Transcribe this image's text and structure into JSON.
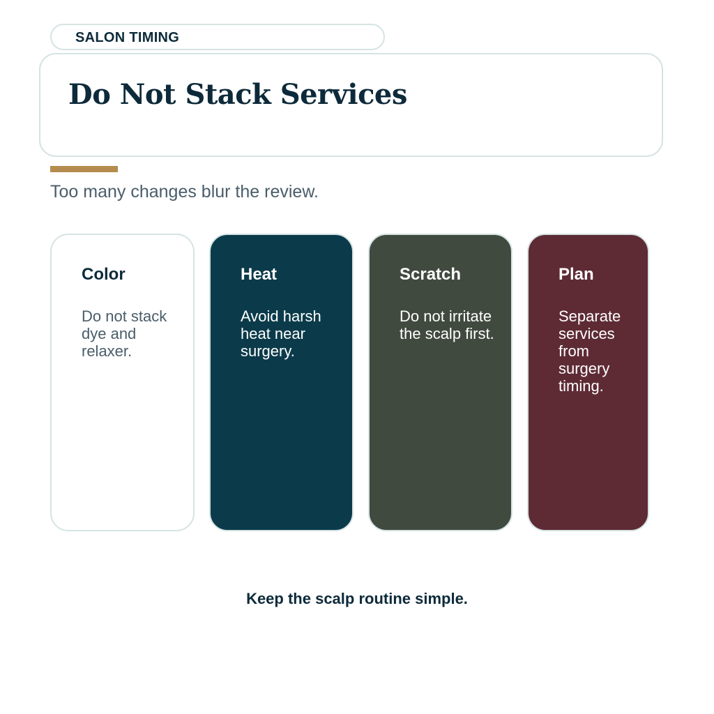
{
  "header": {
    "eyebrow": "SALON TIMING",
    "title": "Do Not Stack Services",
    "subtitle": "Too many changes blur the review."
  },
  "colors": {
    "accent": "#b58c4d",
    "ink": "#0d2a3a",
    "muted": "#4a5d6a",
    "border": "#d6e3e3"
  },
  "cards": [
    {
      "title": "Color",
      "body": "Do not stack dye and relaxer.",
      "bg": "#ffffff",
      "theme": "light"
    },
    {
      "title": "Heat",
      "body": "Avoid harsh heat near surgery.",
      "bg": "#0b3b4a",
      "theme": "dark"
    },
    {
      "title": "Scratch",
      "body": "Do not irritate the scalp first.",
      "bg": "#414a3f",
      "theme": "dark"
    },
    {
      "title": "Plan",
      "body": "Separate services from surgery timing.",
      "bg": "#5e2b35",
      "theme": "dark"
    }
  ],
  "footer": {
    "text": "Keep the scalp routine simple."
  }
}
